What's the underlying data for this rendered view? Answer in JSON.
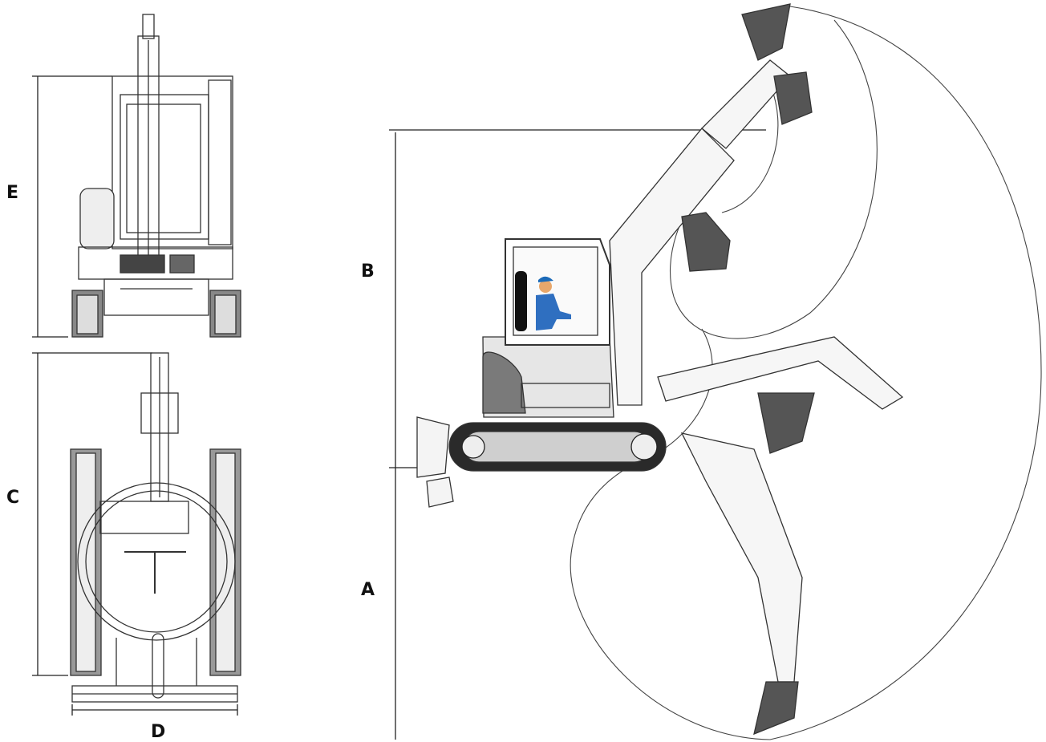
{
  "diagram": {
    "labels": {
      "a": "A",
      "b": "B",
      "c": "C",
      "d": "D",
      "e": "E"
    },
    "colors": {
      "line": "#333333",
      "bucket": "#555555",
      "operator_cap": "#1b6ab8",
      "operator_shirt": "#2f6fc0",
      "operator_skin": "#e8a76b",
      "seat": "#111111",
      "engine": "#7a7a7a"
    },
    "views": [
      "front-view",
      "top-view",
      "side-view"
    ]
  }
}
